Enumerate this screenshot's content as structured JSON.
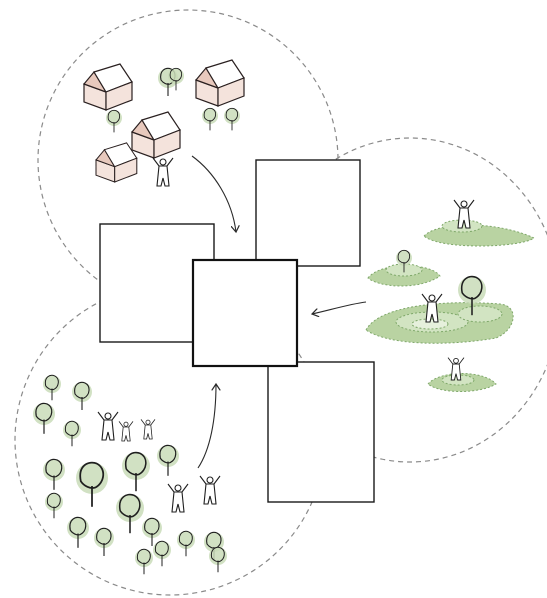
{
  "diagram": {
    "regions": [
      {
        "id": "village"
      },
      {
        "id": "forest"
      },
      {
        "id": "hills"
      }
    ],
    "boxes": [
      {
        "id": "center"
      },
      {
        "id": "top-right"
      },
      {
        "id": "left"
      },
      {
        "id": "bottom-right"
      }
    ],
    "colors": {
      "house_roof": "#e8c9bd",
      "tree_fill": "#c9dcb8",
      "hill_fill": "#b9d3a2",
      "circle_stroke": "#8a8a8a",
      "box_stroke": "#111111"
    },
    "icons": [
      "house-icon",
      "tree-icon",
      "person-icon",
      "hill-icon",
      "arrow-icon"
    ]
  }
}
